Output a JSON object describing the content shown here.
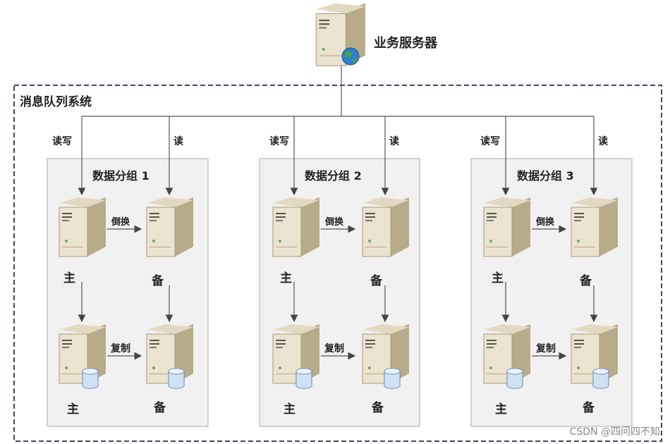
{
  "top": {
    "label": "业务服务器"
  },
  "system": {
    "label": "消息队列系统"
  },
  "groups": [
    {
      "title": "数据分组 1",
      "read_write": "读写",
      "read": "读",
      "failover": "倒换",
      "replicate": "复制",
      "primary": "主",
      "backup": "备"
    },
    {
      "title": "数据分组 2",
      "read_write": "读写",
      "read": "读",
      "failover": "倒换",
      "replicate": "复制",
      "primary": "主",
      "backup": "备"
    },
    {
      "title": "数据分组 3",
      "read_write": "读写",
      "read": "读",
      "failover": "倒换",
      "replicate": "复制",
      "primary": "主",
      "backup": "备"
    }
  ],
  "watermark": "CSDN @四问四不知",
  "icons": {
    "server": "server-icon",
    "database": "database-icon",
    "globe": "globe-icon"
  }
}
